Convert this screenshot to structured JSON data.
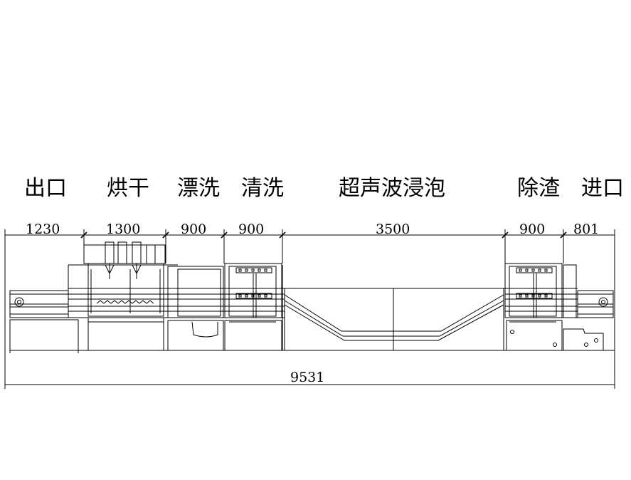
{
  "labels": {
    "exit": "出口",
    "drying": "烘干",
    "rinsing": "漂洗",
    "cleaning": "清洗",
    "ultrasonic_soak": "超声波浸泡",
    "slag_removal": "除渣",
    "entrance": "进口"
  },
  "dimensions": {
    "d_exit": "1230",
    "d_drying": "1300",
    "d_rinsing": "900",
    "d_cleaning": "900",
    "d_ultrasonic": "3500",
    "d_slag": "900",
    "d_entrance": "801",
    "d_total": "9531"
  },
  "colors": {
    "line": "#000000",
    "background": "#ffffff"
  }
}
